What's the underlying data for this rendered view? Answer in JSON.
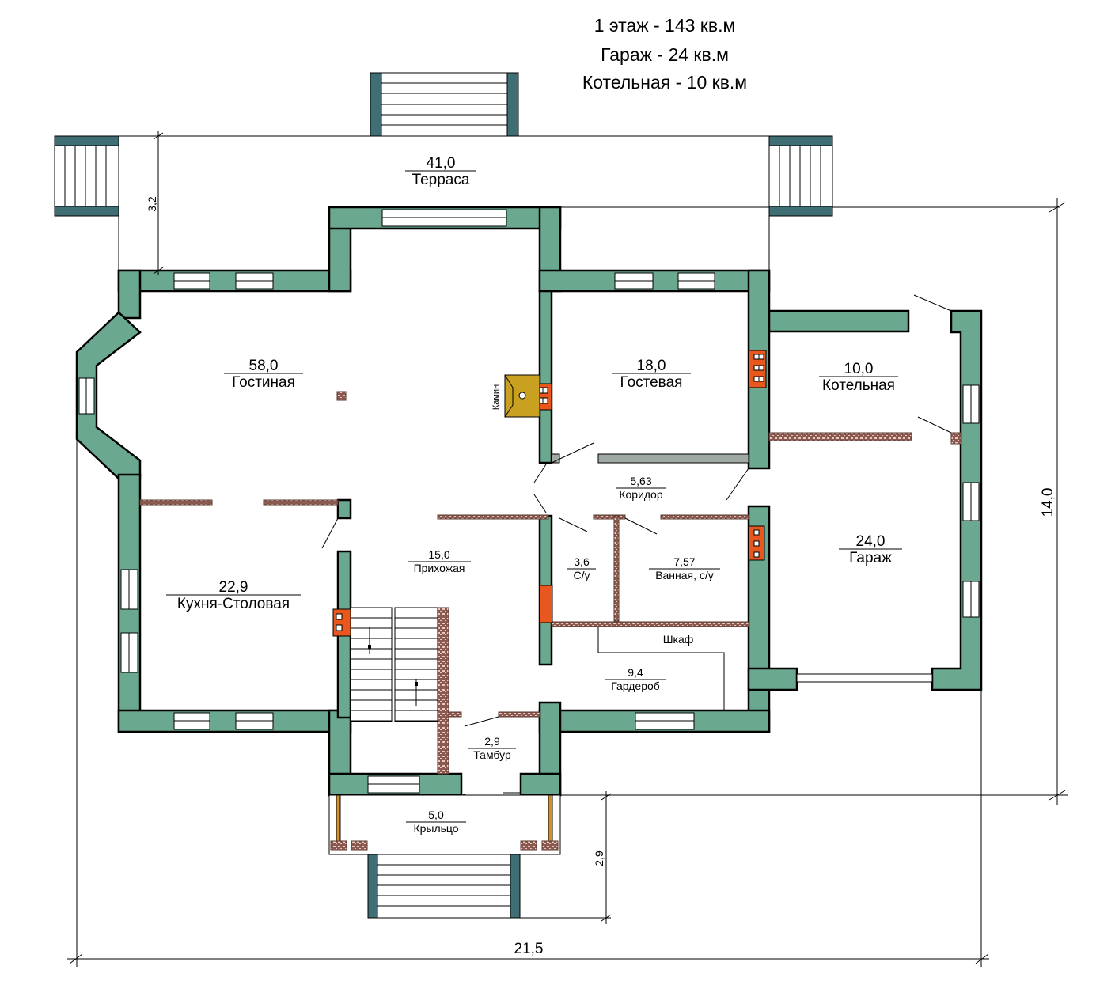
{
  "header": {
    "line1": "1 этаж - 143 кв.м",
    "line2": "Гараж - 24 кв.м",
    "line3": "Котельная - 10 кв.м"
  },
  "rooms": {
    "terrace": {
      "area": "41,0",
      "name": "Терраса"
    },
    "living": {
      "area": "58,0",
      "name": "Гостиная"
    },
    "guest": {
      "area": "18,0",
      "name": "Гостевая"
    },
    "boiler": {
      "area": "10,0",
      "name": "Котельная"
    },
    "corridor": {
      "area": "5,63",
      "name": "Коридор"
    },
    "garage": {
      "area": "24,0",
      "name": "Гараж"
    },
    "hall": {
      "area": "15,0",
      "name": "Прихожая"
    },
    "wc": {
      "area": "3,6",
      "name": "С/у"
    },
    "bath": {
      "area": "7,57",
      "name": "Ванная, с/у"
    },
    "kitchen": {
      "area": "22,9",
      "name": "Кухня-Столовая"
    },
    "closet": {
      "name": "Шкаф"
    },
    "wardrobe": {
      "area": "9,4",
      "name": "Гардероб"
    },
    "vestibule": {
      "area": "2,9",
      "name": "Тамбур"
    },
    "porch": {
      "area": "5,0",
      "name": "Крыльцо"
    }
  },
  "fireplace_label": "Камин",
  "dimensions": {
    "width": "21,5",
    "depth": "14,0",
    "terrace_depth": "3,2",
    "porch_depth": "2,9"
  },
  "colors": {
    "wall": "#6aa98f",
    "chimney": "#e8581e",
    "brick": "#8a5a50",
    "fireplace": "#c9a020"
  }
}
